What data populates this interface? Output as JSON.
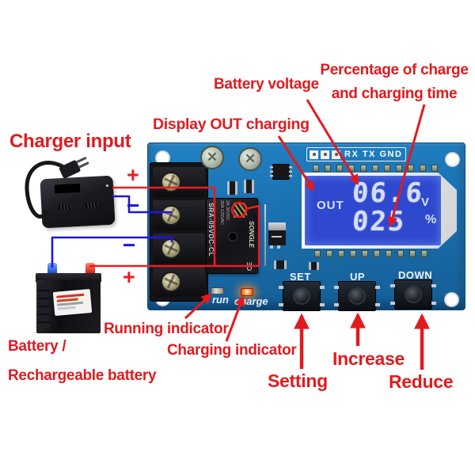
{
  "colors": {
    "annotation_red": "#e21a1e",
    "wire_red": "#ee1b24",
    "wire_blue": "#1a1ad8",
    "board_blue": "#1a6fb2",
    "lcd_blue": "#2e49cf"
  },
  "annotations": {
    "charger_input": "Charger input",
    "battery_voltage": "Battery voltage",
    "percentage_line1": "Percentage of charge",
    "percentage_line2": "and charging time",
    "display_out": "Display OUT charging",
    "running_indicator": "Running indicator",
    "charging_indicator": "Charging indicator",
    "battery_line1": "Battery /",
    "battery_line2": "Rechargeable battery",
    "setting": "Setting",
    "increase": "Increase",
    "reduce": "Reduce",
    "plus": "+",
    "minus": "−"
  },
  "board": {
    "serial_header": "RX TX GND",
    "lcd": {
      "mode": "OUT",
      "voltage": "06.6",
      "voltage_unit": "V",
      "percent": "025",
      "percent_unit": "%"
    },
    "relay": {
      "model": "SRA-05VDC-CL",
      "brand": "SONGLE",
      "rating1": "2A 30VDC",
      "rating2": "20A 125VAC",
      "cert": "CE"
    },
    "leds": {
      "run": "run",
      "charge": "charge"
    },
    "buttons": [
      {
        "label": "SET"
      },
      {
        "label": "UP"
      },
      {
        "label": "DOWN"
      }
    ]
  }
}
